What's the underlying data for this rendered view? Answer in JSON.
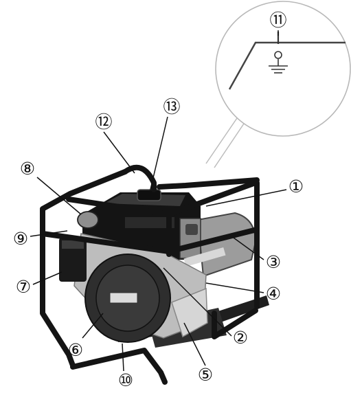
{
  "diagram": {
    "subject": "portable generator parts callouts",
    "callouts": [
      {
        "id": 1,
        "label": "①"
      },
      {
        "id": 2,
        "label": "②"
      },
      {
        "id": 3,
        "label": "③"
      },
      {
        "id": 4,
        "label": "④"
      },
      {
        "id": 5,
        "label": "⑤"
      },
      {
        "id": 6,
        "label": "⑥"
      },
      {
        "id": 7,
        "label": "⑦"
      },
      {
        "id": 8,
        "label": "⑧"
      },
      {
        "id": 9,
        "label": "⑨"
      },
      {
        "id": 10,
        "label": "⑩"
      },
      {
        "id": 11,
        "label": "⑪"
      },
      {
        "id": 12,
        "label": "⑫"
      },
      {
        "id": 13,
        "label": "⑬"
      }
    ],
    "inset": {
      "symbol": "ground-terminal-icon"
    },
    "colors": {
      "ink": "#111111",
      "frame": "#141414",
      "body": "#2a2a2a",
      "mid": "#8a8a8a",
      "light": "#cfcfcf"
    }
  }
}
